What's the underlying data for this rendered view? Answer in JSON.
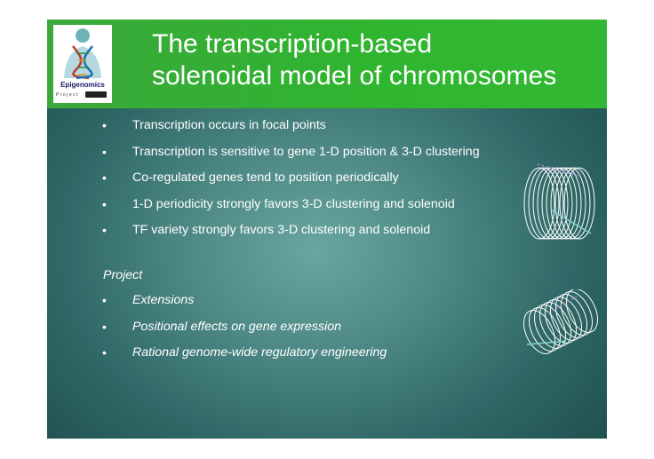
{
  "header": {
    "title_line1": "The transcription-based",
    "title_line2": "solenoidal model of chromosomes",
    "logo_text": "Epigenomics",
    "logo_sub": "Project"
  },
  "bullets": [
    "Transcription occurs in focal points",
    "Transcription is sensitive to gene  1-D position  &  3-D clustering",
    "Co-regulated genes tend to position periodically",
    "1-D periodicity strongly favors 3-D clustering and solenoid",
    "TF variety strongly favors 3-D clustering and solenoid"
  ],
  "bullet_marker": "•",
  "project": {
    "label": "Project",
    "items": [
      "Extensions",
      "Positional effects on gene expression",
      "Rational genome-wide regulatory engineering"
    ]
  },
  "colors": {
    "header_green": "#2fb52f",
    "background_teal": "#3f7a77",
    "text": "#ffffff"
  },
  "icons": [
    "dna-person-logo",
    "solenoid-coil-icon",
    "solenoid-coil-icon"
  ]
}
